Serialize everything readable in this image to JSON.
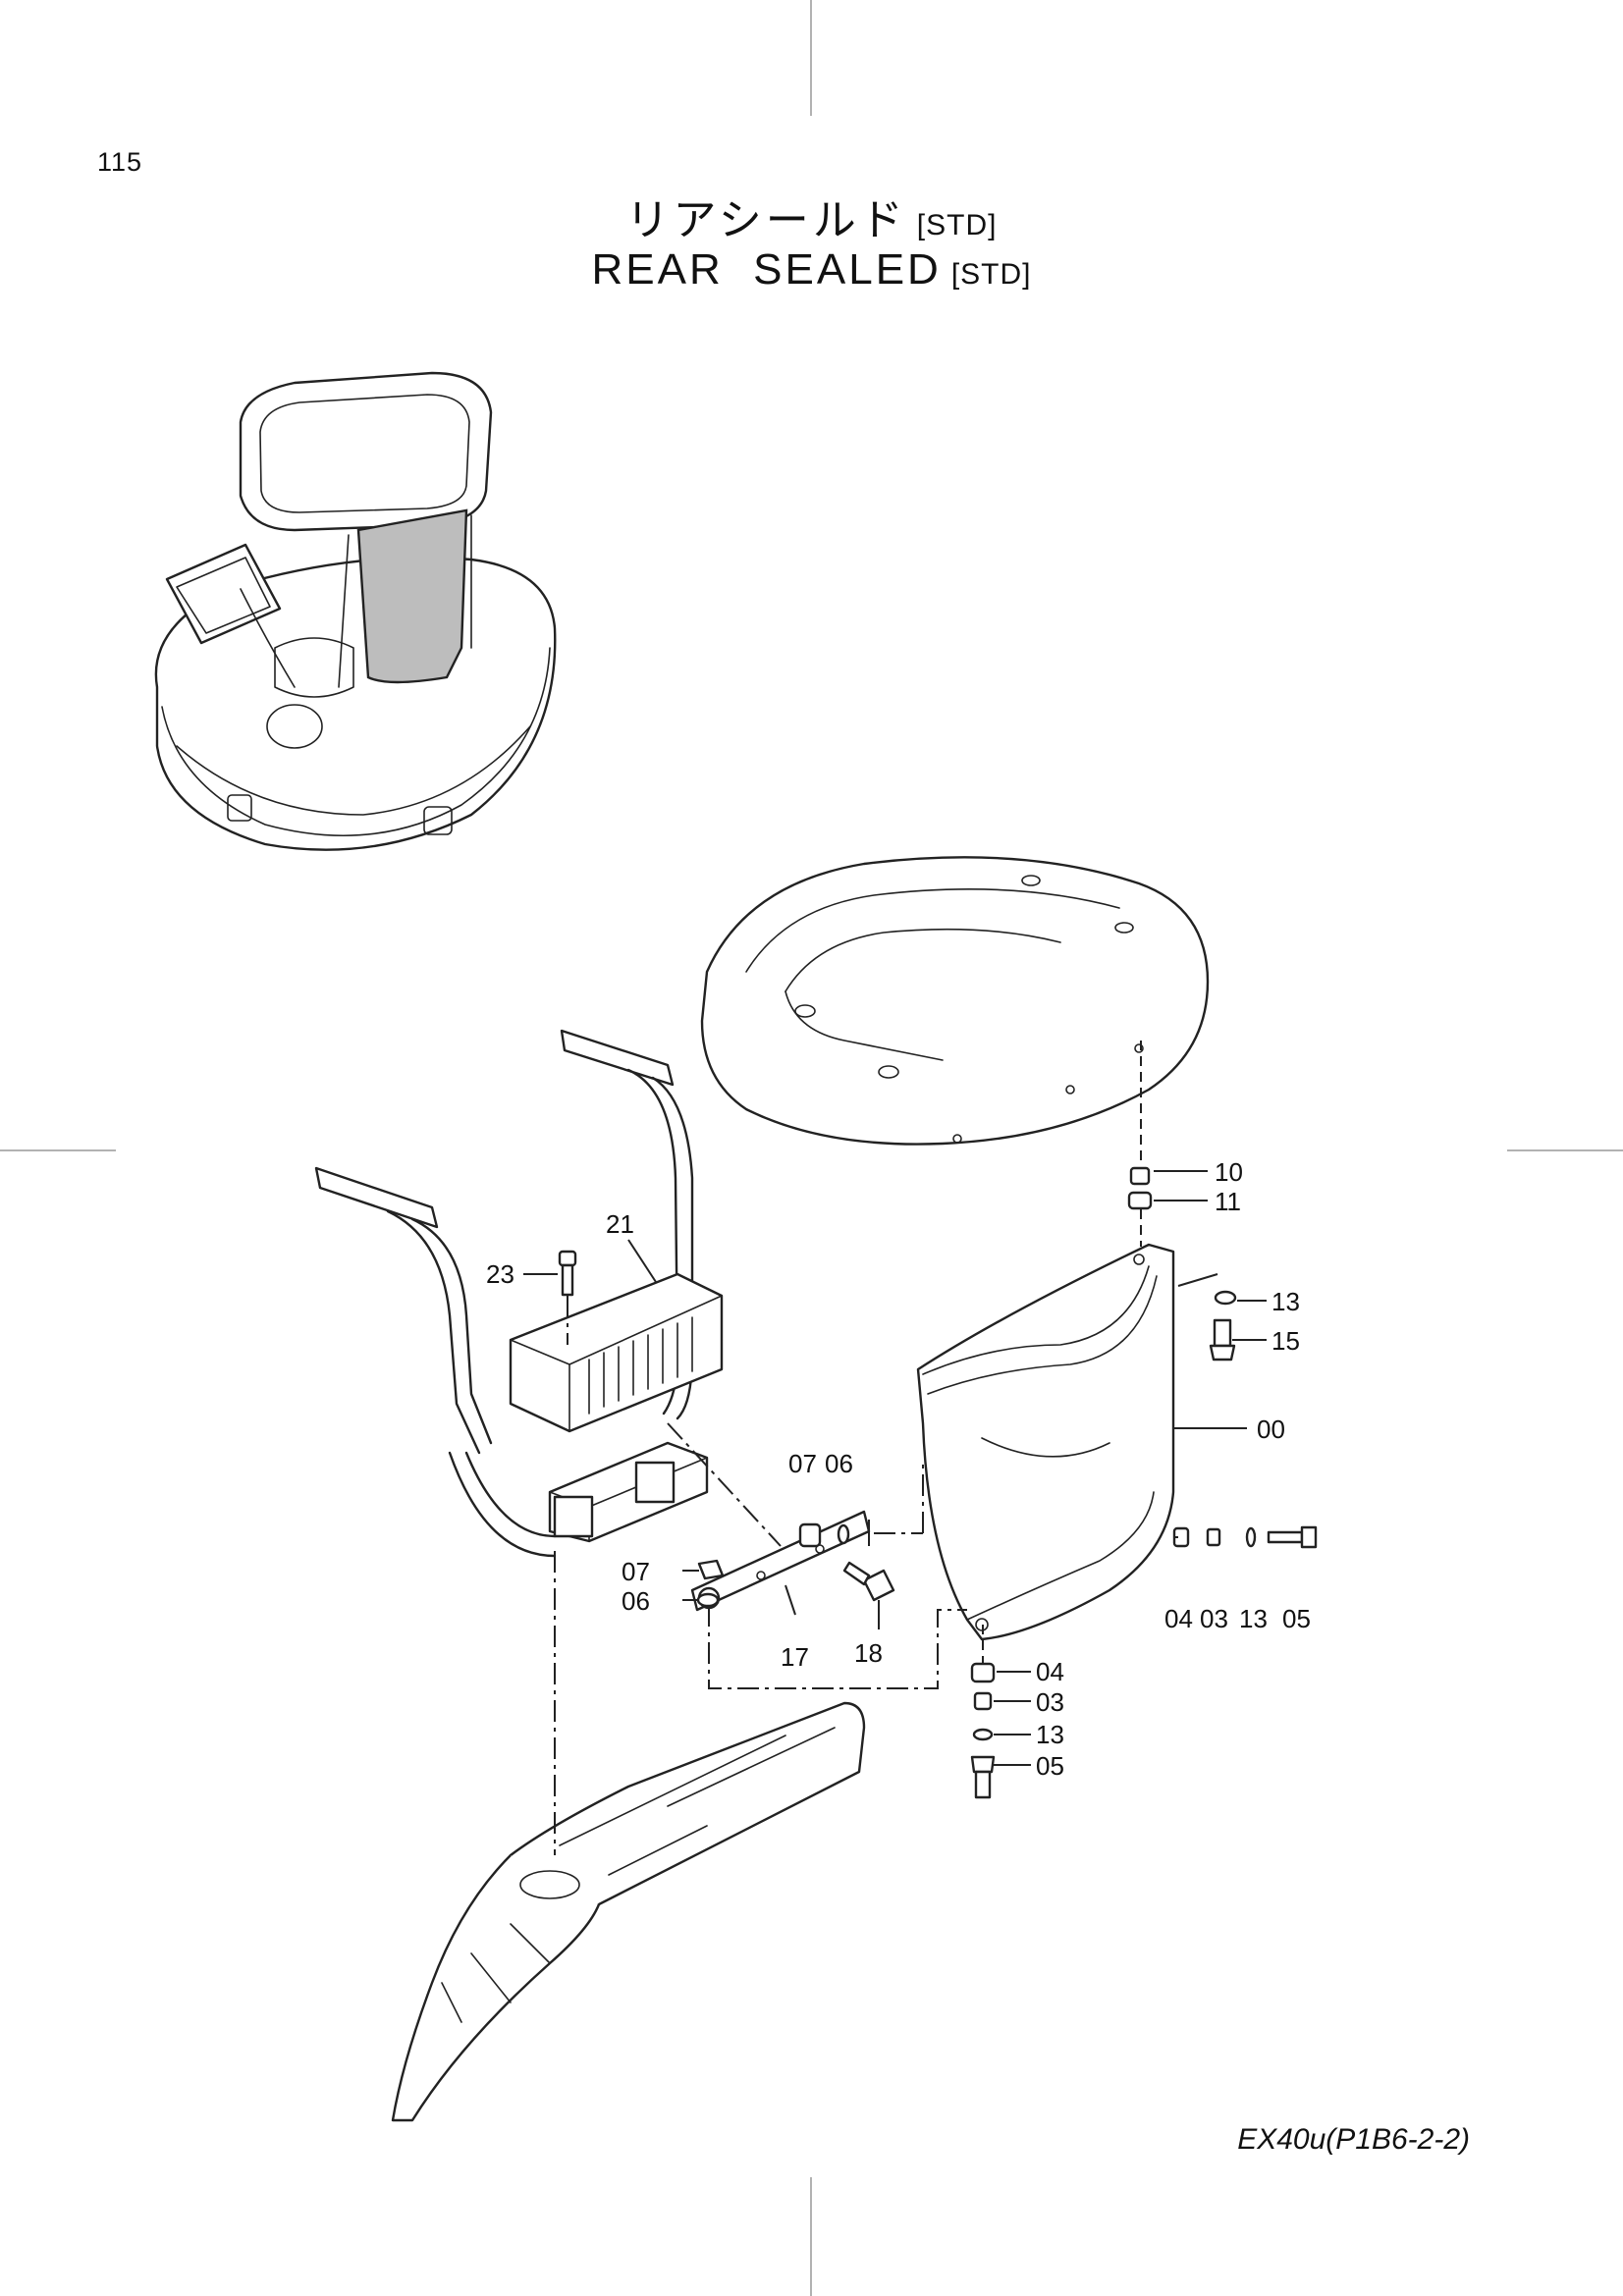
{
  "page": {
    "number": "115",
    "title_jp": "リアシールド",
    "title_en": "REAR  SEALED",
    "tag": "[STD]",
    "model_ref": "EX40u(P1B6-2-2)"
  },
  "callouts": [
    {
      "id": "c-00",
      "label": "00"
    },
    {
      "id": "c-03a",
      "label": "03"
    },
    {
      "id": "c-03b",
      "label": "03"
    },
    {
      "id": "c-04a",
      "label": "04"
    },
    {
      "id": "c-04b",
      "label": "04"
    },
    {
      "id": "c-05a",
      "label": "05"
    },
    {
      "id": "c-05b",
      "label": "05"
    },
    {
      "id": "c-06a",
      "label": "06"
    },
    {
      "id": "c-06b",
      "label": "06"
    },
    {
      "id": "c-07a",
      "label": "07"
    },
    {
      "id": "c-07b",
      "label": "07"
    },
    {
      "id": "c-10",
      "label": "10"
    },
    {
      "id": "c-11",
      "label": "11"
    },
    {
      "id": "c-13a",
      "label": "13"
    },
    {
      "id": "c-13b",
      "label": "13"
    },
    {
      "id": "c-13c",
      "label": "13"
    },
    {
      "id": "c-15",
      "label": "15"
    },
    {
      "id": "c-17",
      "label": "17"
    },
    {
      "id": "c-18",
      "label": "18"
    },
    {
      "id": "c-21",
      "label": "21"
    },
    {
      "id": "c-23",
      "label": "23"
    }
  ]
}
